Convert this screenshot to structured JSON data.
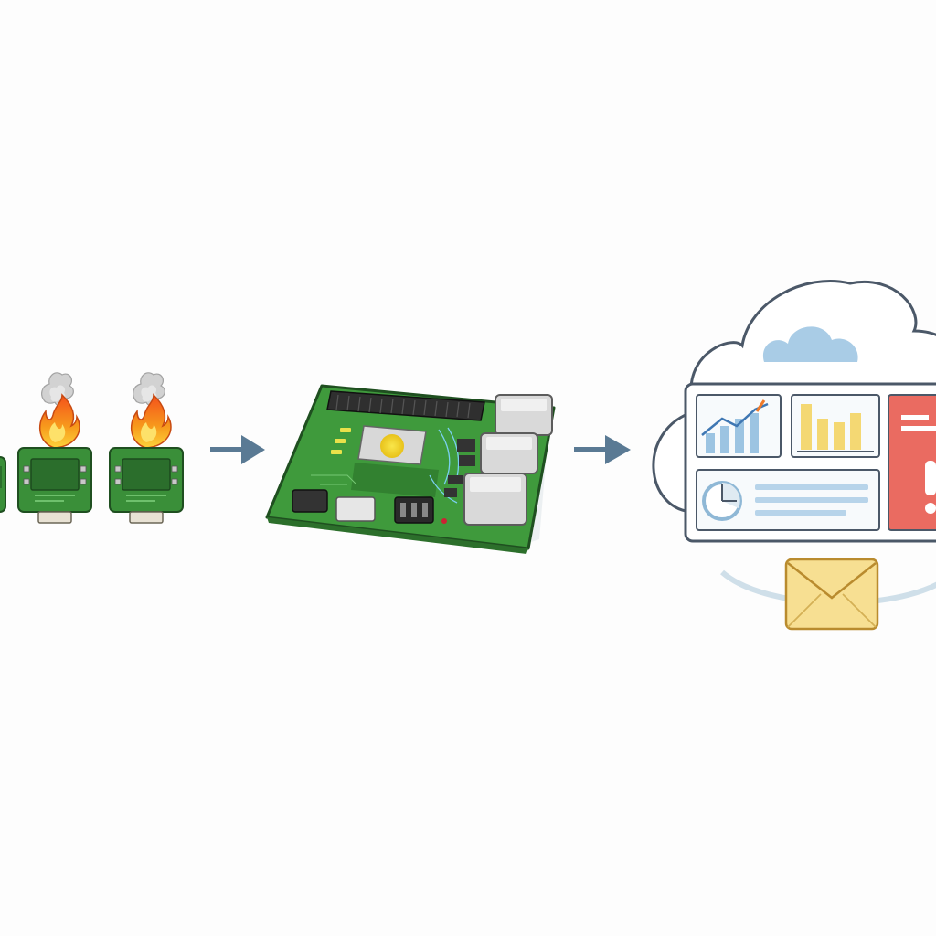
{
  "diagram": {
    "stages": [
      {
        "id": "sensor-nodes",
        "icon": "flame-sensor-board-icon",
        "count": 3
      },
      {
        "id": "edge-gateway",
        "icon": "microcontroller-board-icon"
      },
      {
        "id": "cloud-dashboard",
        "icon": "cloud-dashboard-icon"
      }
    ],
    "connectors": [
      {
        "from": "sensor-nodes",
        "to": "edge-gateway",
        "icon": "arrow-right-icon"
      },
      {
        "from": "edge-gateway",
        "to": "cloud-dashboard",
        "icon": "arrow-right-icon"
      }
    ],
    "dashboard_panels": [
      "line-chart-icon",
      "bar-chart-icon",
      "alert-icon",
      "pie-chart-icon",
      "text-lines"
    ],
    "notification": "envelope-icon",
    "colors": {
      "arrow": "#5a7a94",
      "board_green": "#3f9a3c",
      "flame": "#f06a1c",
      "smoke": "#c9c9c9",
      "cloud_outline": "#4b5868",
      "cloud_fill": "#a9cce6",
      "alert_red": "#ea6b61",
      "bar_yellow": "#f4d873",
      "envelope": "#f7df92"
    }
  }
}
